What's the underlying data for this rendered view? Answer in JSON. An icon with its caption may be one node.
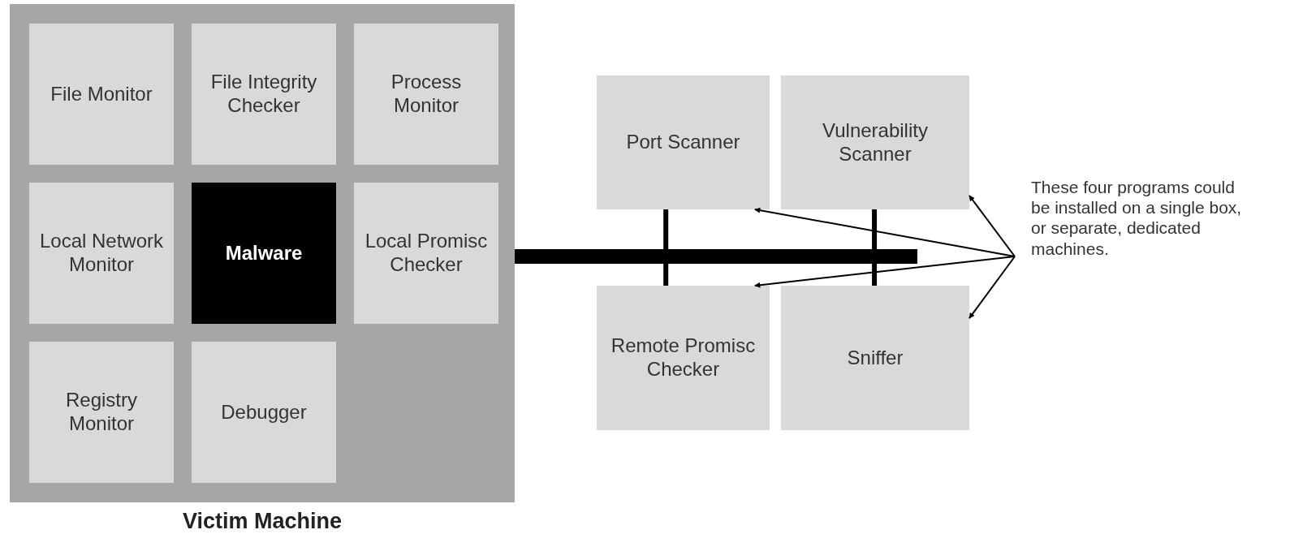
{
  "diagram": {
    "nodes": [
      {
        "text": [
          "Victim Machine"
        ]
      },
      {
        "text": [
          "File Monitor"
        ],
        "in": 0
      },
      {
        "text": [
          "File Integrity Checker"
        ],
        "in": 0
      },
      {
        "text": [
          "Process Monitor"
        ],
        "in": 0
      },
      {
        "text": [
          "Local Network Monitor"
        ],
        "in": 0
      },
      {
        "text": [
          "Malware"
        ],
        "in": 0
      },
      {
        "text": [
          "Local Promisc Checker"
        ],
        "in": 0
      },
      {
        "text": [
          "Registry Monitor"
        ],
        "in": 0
      },
      {
        "text": [
          "Debugger"
        ],
        "in": 0
      },
      {
        "text": [
          "Port Scanner"
        ]
      },
      {
        "text": [
          "Vulnerability Scanner"
        ]
      },
      {
        "text": [
          "Remote Promisc Checker"
        ]
      },
      {
        "text": [
          "Sniffer"
        ]
      },
      {
        "text": [
          "These four programs could be installed on a single box, or separate, dedicated machines."
        ]
      }
    ],
    "edges": [
      {
        "from": 0,
        "to": null,
        "arrow": "none",
        "style": "thick"
      },
      {
        "from": 9,
        "to": 11,
        "arrow": "none",
        "style": "thick"
      },
      {
        "from": 10,
        "to": 12,
        "arrow": "none",
        "style": "thick"
      },
      {
        "from": 13,
        "to": 9,
        "arrow": "to"
      },
      {
        "from": 13,
        "to": 10,
        "arrow": "to"
      },
      {
        "from": 13,
        "to": 11,
        "arrow": "to"
      },
      {
        "from": 13,
        "to": 12,
        "arrow": "to"
      }
    ]
  }
}
